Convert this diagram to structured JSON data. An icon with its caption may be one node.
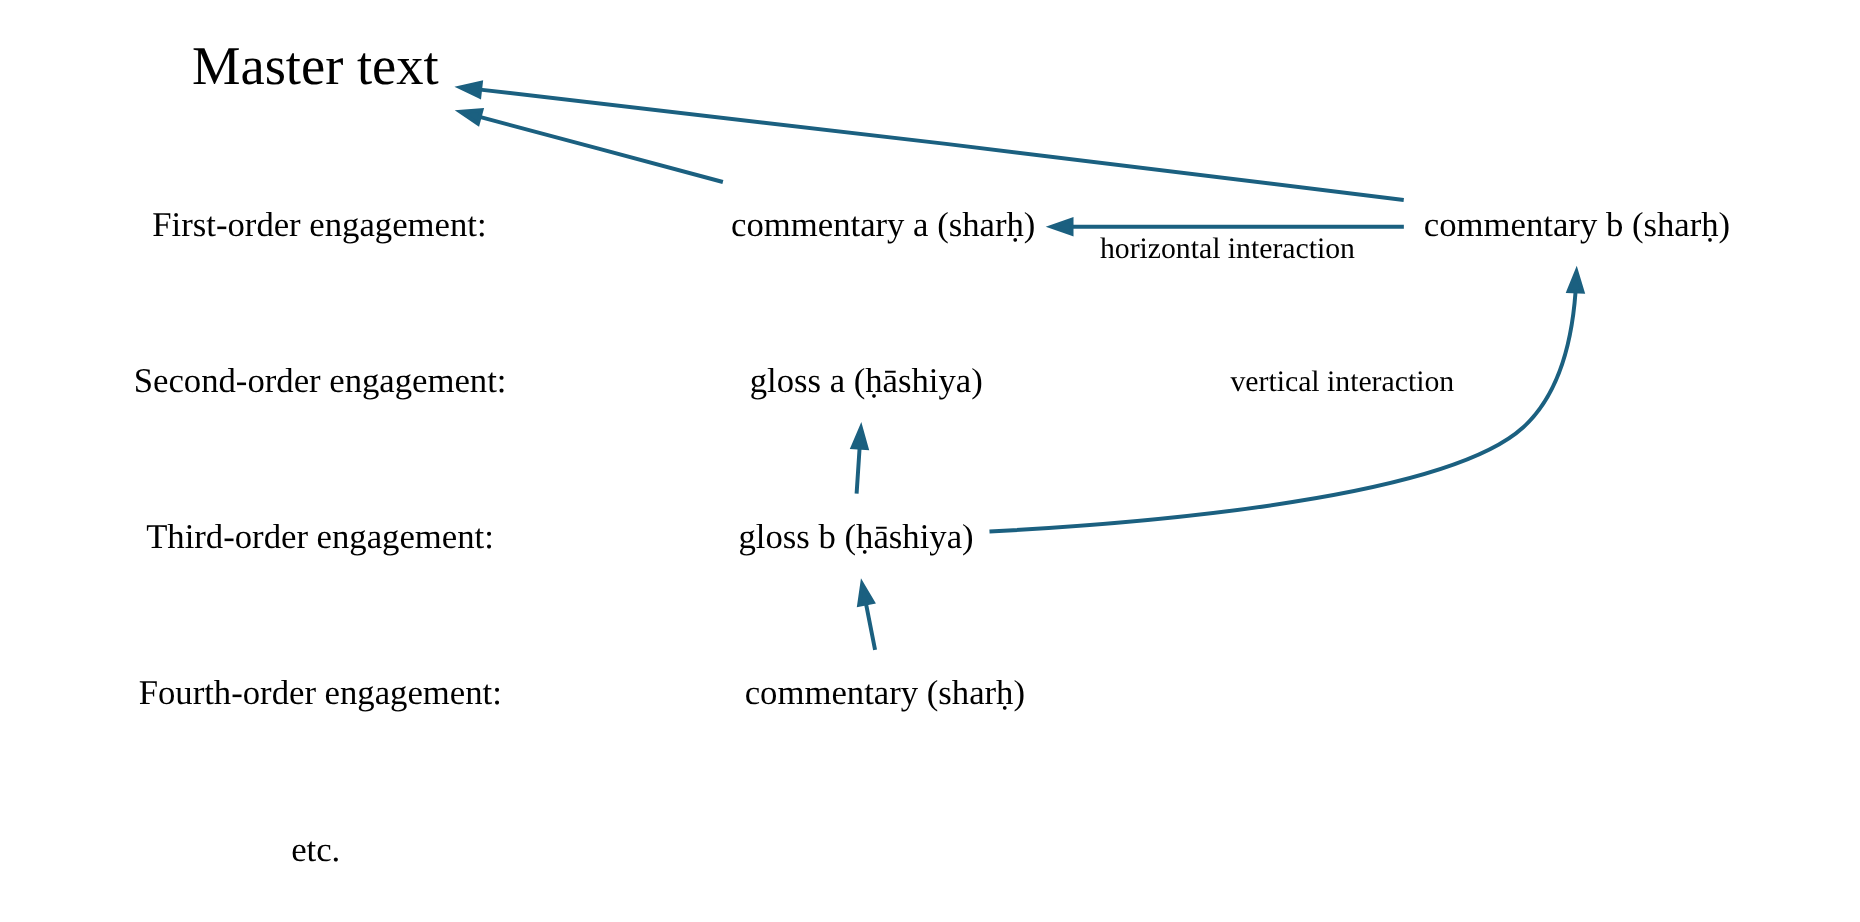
{
  "diagram": {
    "nodes": [
      {
        "text": [
          "Master text"
        ]
      },
      {
        "text": [
          "commentary a (sharḥ)"
        ]
      },
      {
        "text": [
          "commentary b (sharḥ)"
        ]
      },
      {
        "text": [
          "gloss a (ḥāshiya)"
        ]
      },
      {
        "text": [
          "gloss b (ḥāshiya)"
        ]
      },
      {
        "text": [
          "commentary (sharḥ)"
        ]
      }
    ],
    "edges": [
      {
        "from": 1,
        "to": 0,
        "arrow": "to"
      },
      {
        "from": 2,
        "to": 0,
        "arrow": "to"
      },
      {
        "from": 2,
        "to": 1,
        "arrow": "to",
        "label": "horizontal interaction"
      },
      {
        "from": 4,
        "to": 3,
        "arrow": "to"
      },
      {
        "from": 4,
        "to": 2,
        "arrow": "to"
      },
      {
        "from": 5,
        "to": 4,
        "arrow": "to"
      }
    ],
    "labels": [
      "First-order engagement:",
      "Second-order engagement:",
      "Third-order engagement:",
      "Fourth-order engagement:",
      "etc.",
      "vertical interaction"
    ]
  }
}
